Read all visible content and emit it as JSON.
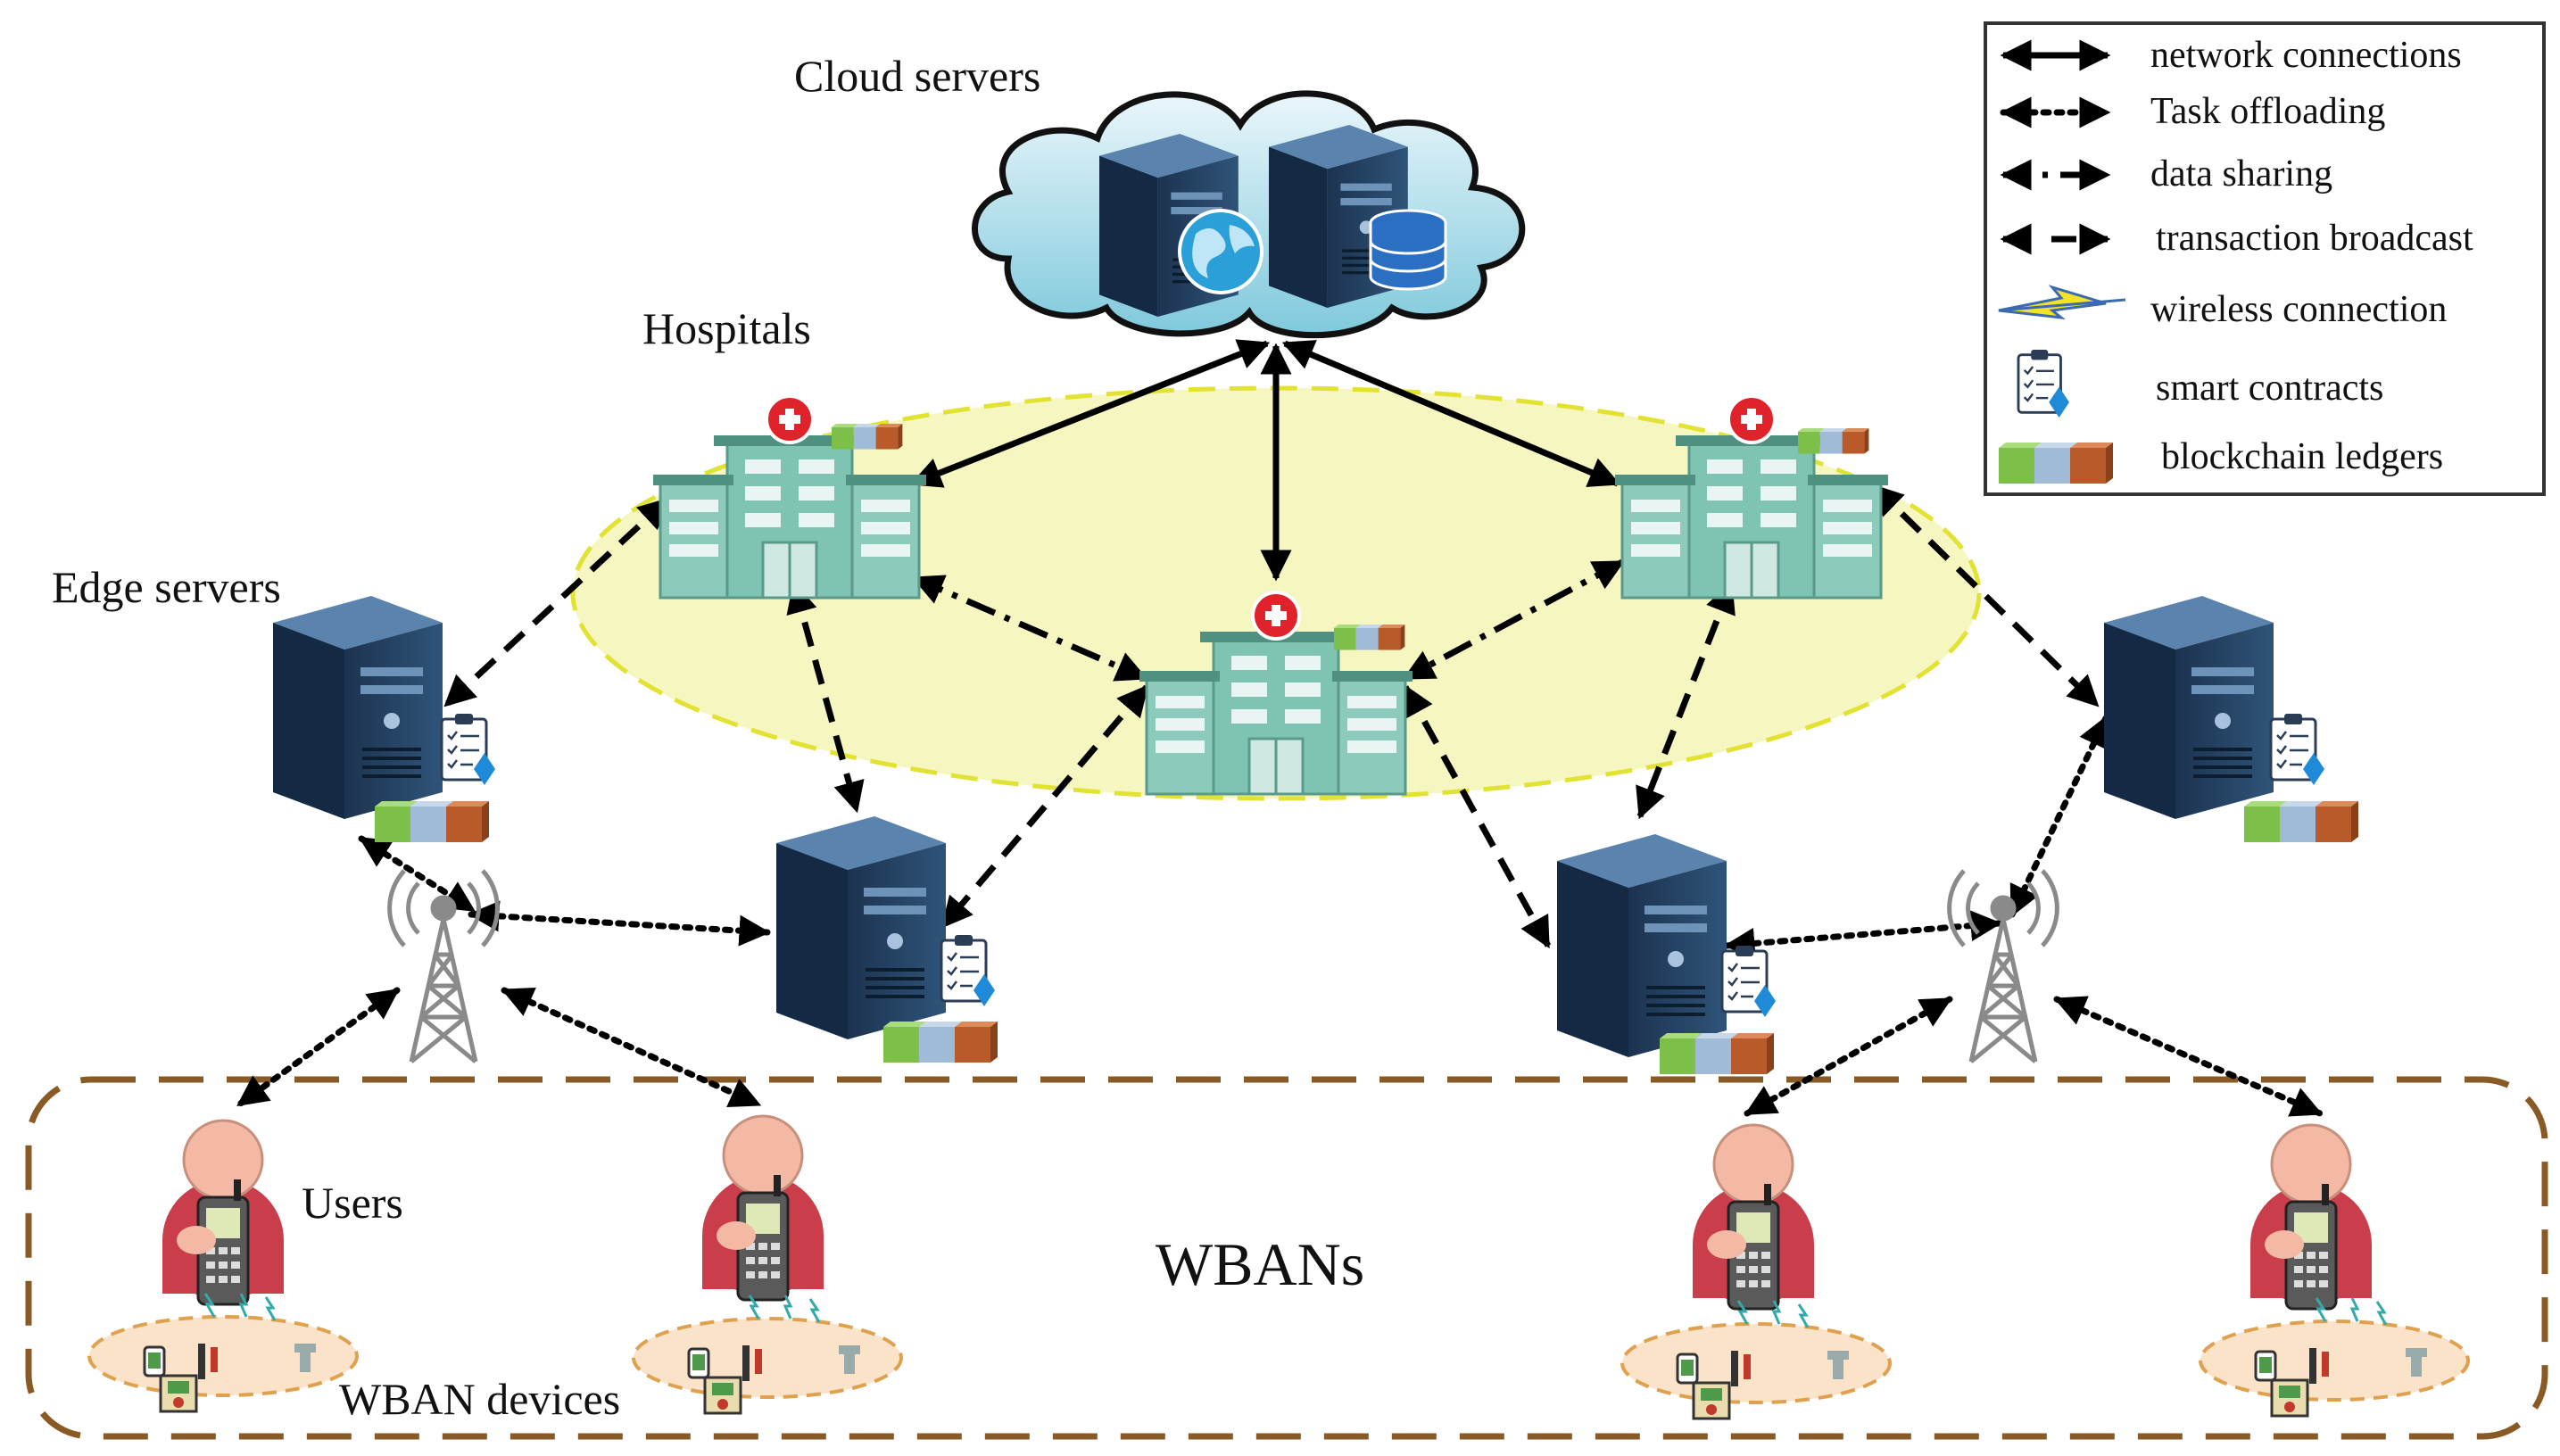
{
  "labels": {
    "cloud": "Cloud servers",
    "hospitals": "Hospitals",
    "edge": "Edge servers",
    "users": "Users",
    "wbans": "WBANs",
    "wban_devices": "WBAN devices"
  },
  "legend": {
    "items": [
      {
        "key": "network",
        "text": "network connections"
      },
      {
        "key": "offload",
        "text": "Task offloading"
      },
      {
        "key": "sharing",
        "text": "data sharing"
      },
      {
        "key": "broadcast",
        "text": "transaction broadcast"
      },
      {
        "key": "wireless",
        "text": "wireless connection"
      },
      {
        "key": "contracts",
        "text": "smart contracts"
      },
      {
        "key": "ledgers",
        "text": "blockchain ledgers"
      }
    ]
  },
  "colors": {
    "hospital_zone": "#f6f6c0",
    "hospital_zone_border": "#e2e233",
    "wban_border": "#8a5a24",
    "wban_device_zone": "#fbe3c9",
    "server_body": "#1f3a5a",
    "hospital_body": "#7fc4b3",
    "ledger_green": "#7cc04a",
    "ledger_blue": "#9fbbd8",
    "ledger_brown": "#b85a2a"
  },
  "icons": [
    "cloud-icon",
    "server-icon",
    "globe-icon",
    "database-icon",
    "hospital-icon",
    "smart-contract-icon",
    "blockchain-ledger-icon",
    "cell-tower-icon",
    "user-icon",
    "phone-icon",
    "wireless-icon"
  ]
}
